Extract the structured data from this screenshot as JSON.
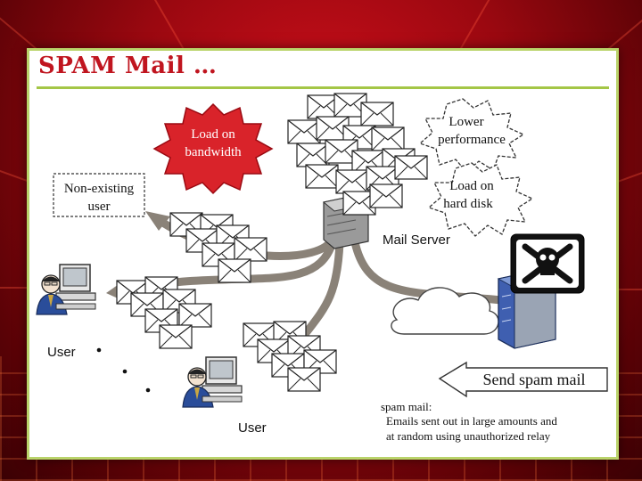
{
  "slide": {
    "title": "SPAM Mail …"
  },
  "labels": {
    "load_bandwidth_1": "Load on",
    "load_bandwidth_2": "bandwidth",
    "lower_perf_1": "Lower",
    "lower_perf_2": "performance",
    "load_disk_1": "Load on",
    "load_disk_2": "hard disk",
    "non_existing_1": "Non-existing",
    "non_existing_2": "user",
    "mail_server": "Mail Server",
    "user_left": "User",
    "user_bottom": "User",
    "send_spam": "Send spam mail",
    "spam_def_title": "spam mail:",
    "spam_def_line1": "Emails sent out in large amounts and",
    "spam_def_line2": "at random using unauthorized relay"
  },
  "icons": {
    "skull": "skull-crossbones-icon",
    "server": "server-icon",
    "envelope": "envelope-icon",
    "user": "user-computer-icon",
    "cloud": "cloud-icon"
  },
  "colors": {
    "title": "#c0151f",
    "rule": "#a4c646",
    "burst": "#d9232a",
    "arrow": "#8a8278"
  }
}
